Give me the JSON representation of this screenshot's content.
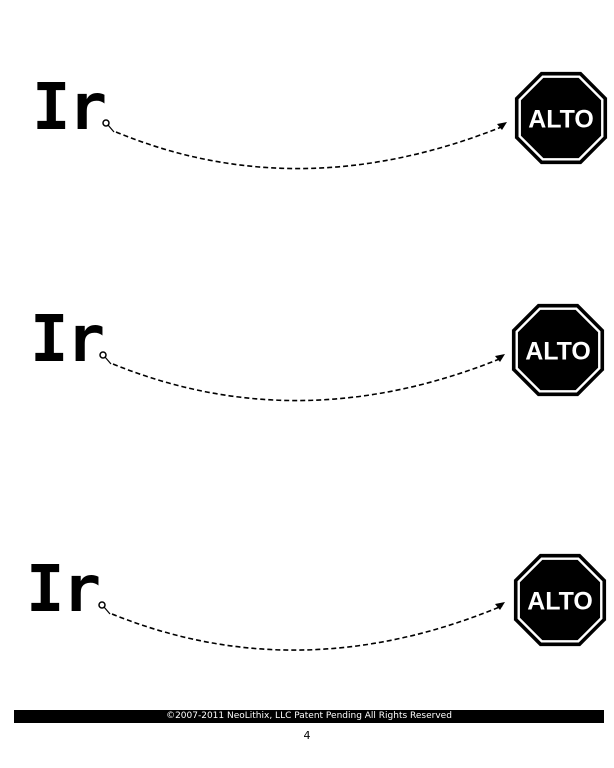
{
  "rows": [
    {
      "word": "Ir",
      "sign_text": "ALTO"
    },
    {
      "word": "Ir",
      "sign_text": "ALTO"
    },
    {
      "word": "Ir",
      "sign_text": "ALTO"
    }
  ],
  "footer": {
    "copyright": "©2007-2011  NeoLithix, LLC  Patent Pending  All Rights Reserved",
    "page_number": "4"
  },
  "colors": {
    "ink": "#000000",
    "paper": "#ffffff"
  }
}
